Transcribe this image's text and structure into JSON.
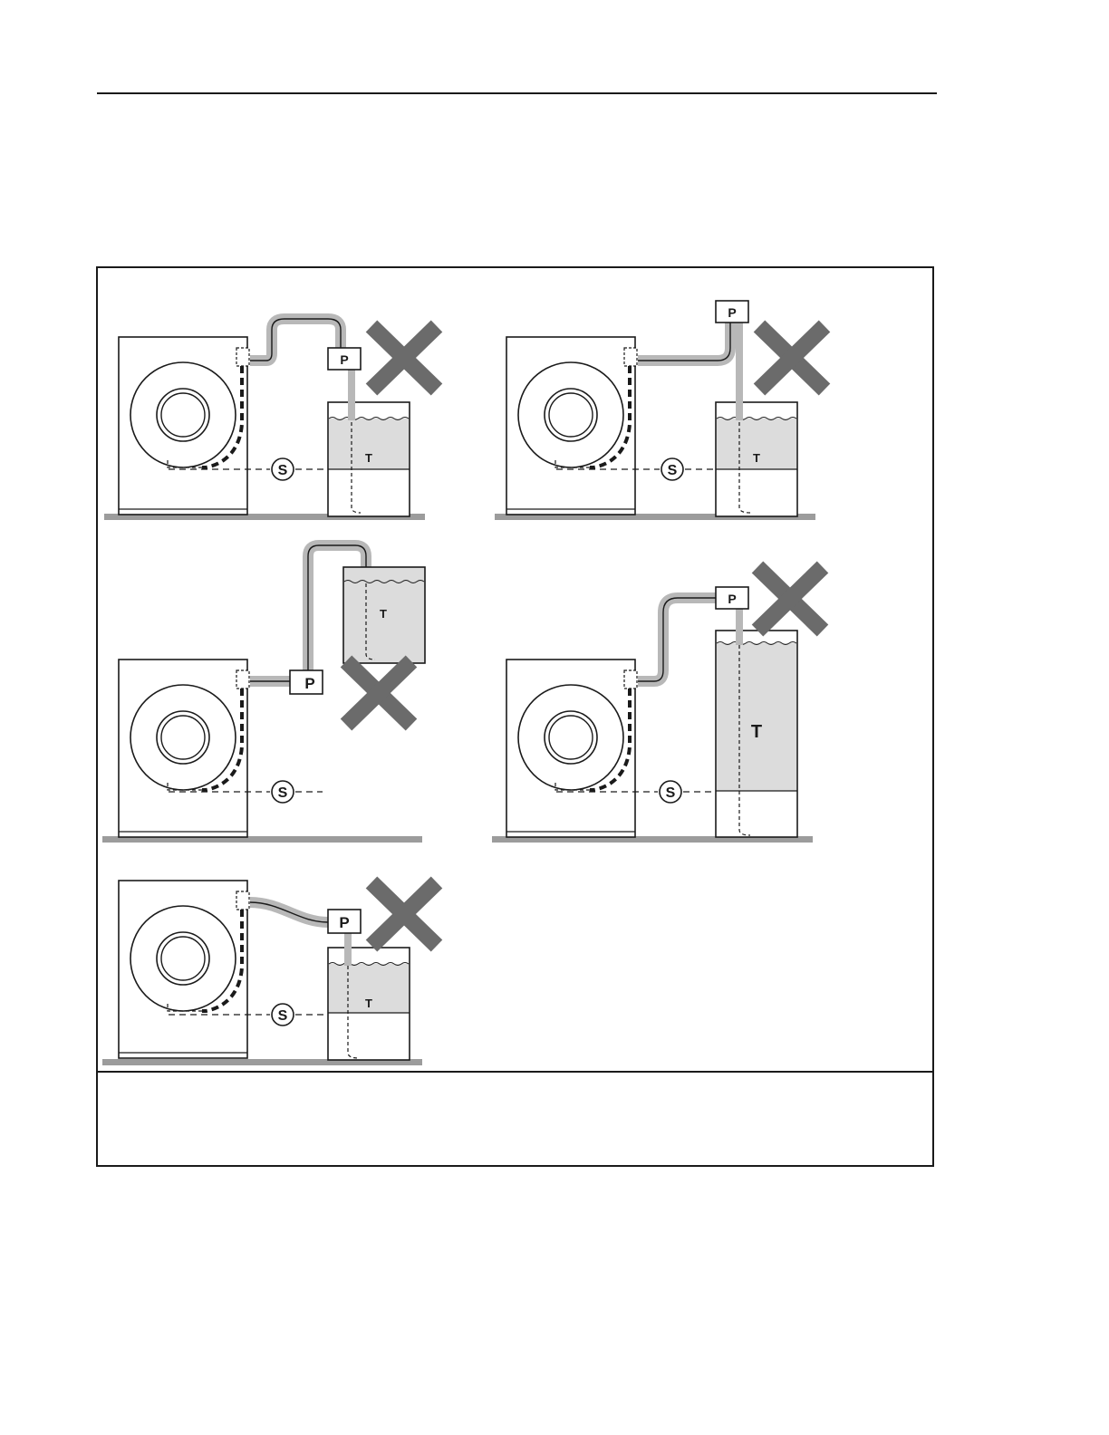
{
  "labels": {
    "pump": "P",
    "tank": "T",
    "siphon": "S"
  },
  "caption": "",
  "colors": {
    "line": "#1a1a1a",
    "hose": "#b8b8b8",
    "water": "#dcdcdc",
    "floor": "#9c9c9c",
    "cross": "#6b6b6b"
  },
  "scenarios": [
    {
      "id": "a",
      "pump_position": "above tank",
      "allowed": false
    },
    {
      "id": "b",
      "pump_position": "high above machine",
      "allowed": false
    },
    {
      "id": "c",
      "pump_position": "below raised tank",
      "allowed": false
    },
    {
      "id": "d",
      "pump_position": "above tall tank",
      "allowed": false
    },
    {
      "id": "e",
      "pump_position": "at tank rim",
      "allowed": false
    }
  ]
}
